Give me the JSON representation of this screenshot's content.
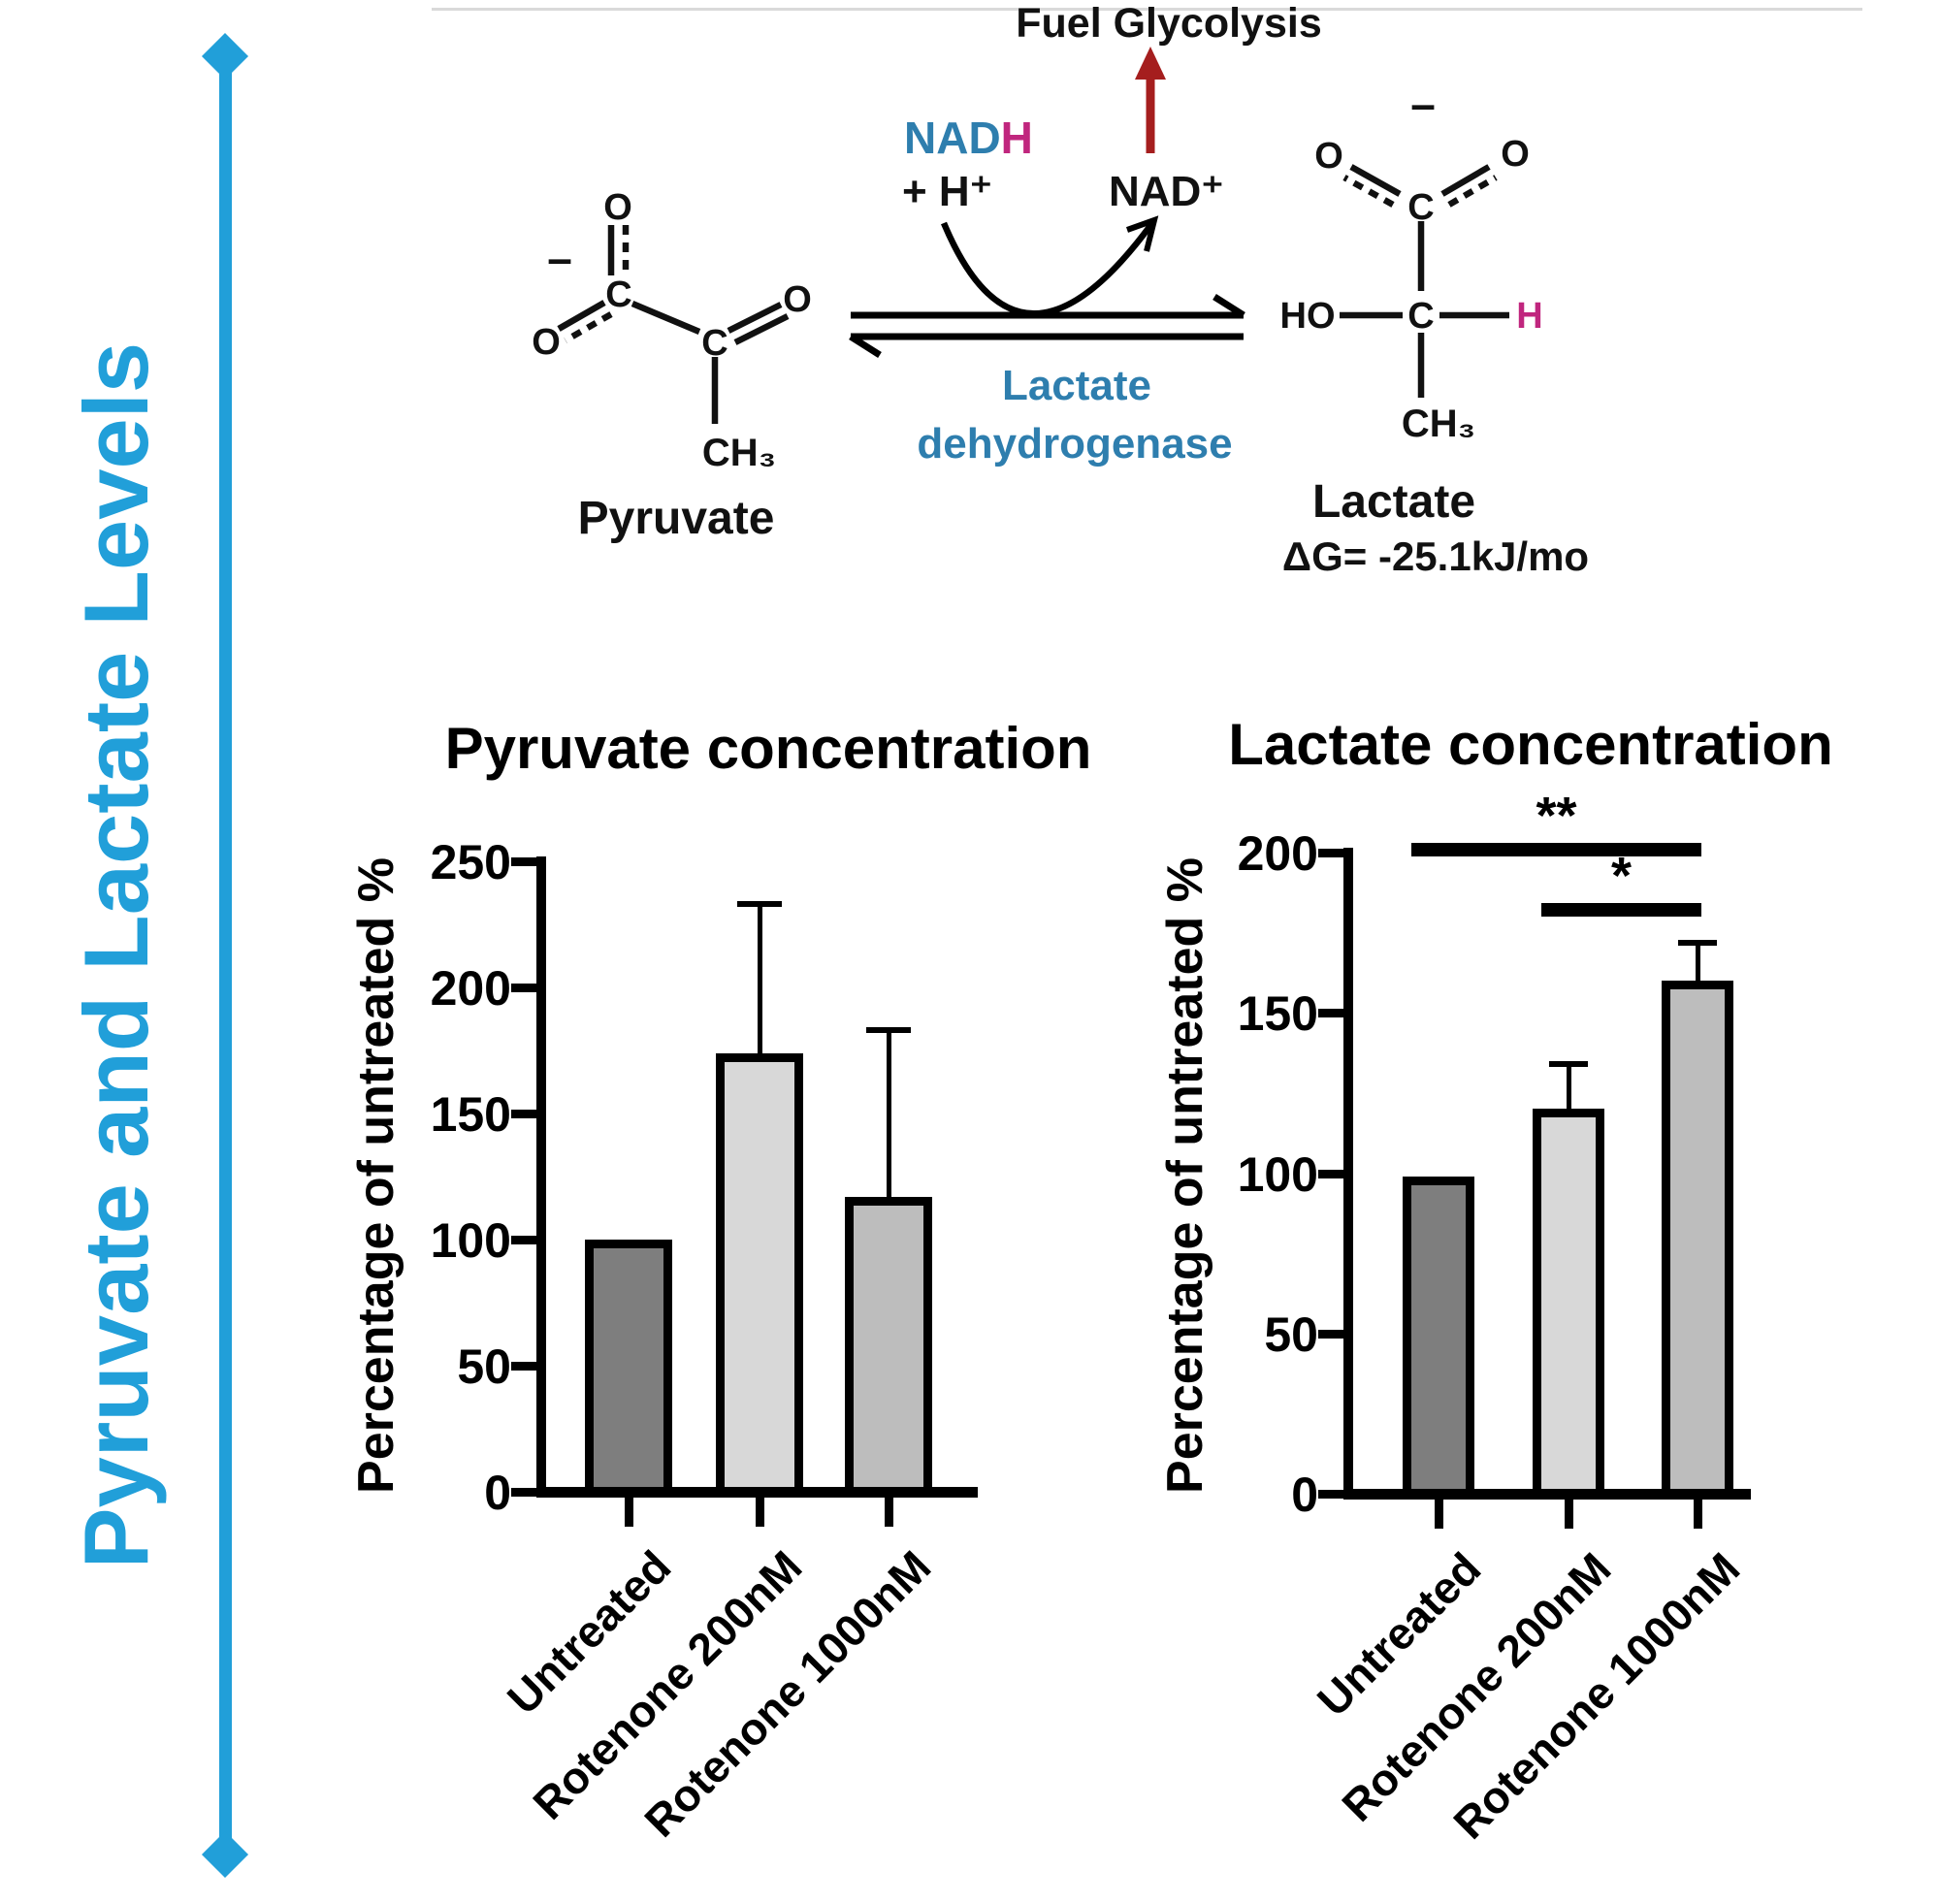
{
  "figure_title": {
    "text": "Pyruvate and Lactate Levels",
    "color": "#219FD9"
  },
  "reaction": {
    "fuel_glycolysis": "Fuel Glycolysis",
    "nadh": {
      "nad": "NAD",
      "h": "H"
    },
    "plus_h": "+ H⁺",
    "nad_plus": "NAD⁺",
    "enzyme_line1": "Lactate",
    "enzyme_line2": "dehydrogenase",
    "pyruvate": {
      "o_top": "O",
      "minus": "–",
      "c1": "C",
      "o_left": "O",
      "c2": "C",
      "o_right": "O",
      "ch3": "CH₃",
      "label": "Pyruvate"
    },
    "lactate": {
      "minus": "–",
      "o_left": "O",
      "o_right": "O",
      "c1": "C",
      "ho": "HO",
      "c2": "C",
      "h": "H",
      "ch3": "CH₃",
      "label": "Lactate",
      "delta_g": "ΔG= -25.1kJ/mo"
    },
    "colors": {
      "nad_blue": "#2E7EAE",
      "h_magenta": "#C0267E",
      "arrow_red": "#A51E1E",
      "enzyme_blue": "#2E7EAE"
    }
  },
  "chart_data": [
    {
      "type": "bar",
      "title": "Pyruvate concentration",
      "xlabel": "",
      "ylabel": "Percentage of untreated %",
      "ylim": [
        0,
        250
      ],
      "yticks": [
        0,
        50,
        100,
        150,
        200,
        250
      ],
      "categories": [
        "Untreated",
        "Rotenone 200nM",
        "Rotenone 1000nM"
      ],
      "values": [
        100,
        174,
        117
      ],
      "errors_plus": [
        0,
        59,
        66
      ],
      "bar_colors": [
        "#7E7E7E",
        "#D8D8D8",
        "#BDBDBD"
      ],
      "grid": false,
      "legend": "none"
    },
    {
      "type": "bar",
      "title": "Lactate concentration",
      "xlabel": "",
      "ylabel": "Percentage of untreated %",
      "ylim": [
        0,
        200
      ],
      "yticks": [
        0,
        50,
        100,
        150,
        200
      ],
      "categories": [
        "Untreated",
        "Rotenone 200nM",
        "Rotenone 1000nM"
      ],
      "values": [
        99,
        120,
        160
      ],
      "errors_plus": [
        0,
        14,
        12
      ],
      "bar_colors": [
        "#7E7E7E",
        "#D8D8D8",
        "#BDBDBD"
      ],
      "grid": false,
      "legend": "none",
      "significance": [
        {
          "label": "**",
          "from": 0,
          "to": 2,
          "y_value": 201
        },
        {
          "label": "*",
          "from": 1,
          "to": 2,
          "y_value": 182
        }
      ]
    }
  ]
}
